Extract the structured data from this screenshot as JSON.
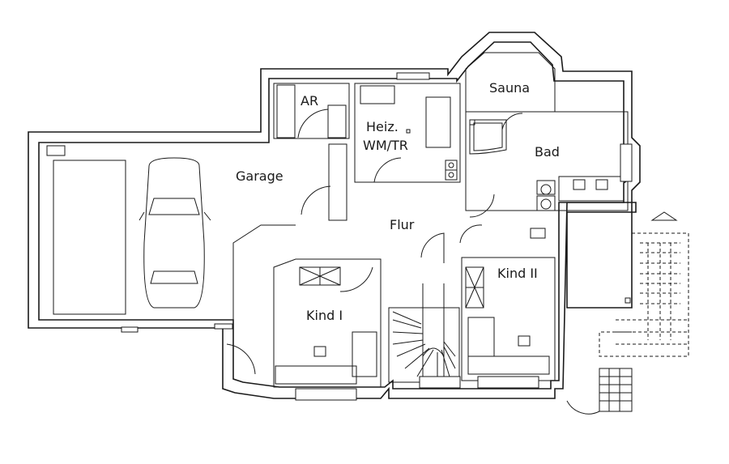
{
  "rooms": {
    "ar": "AR",
    "heiz": "Heiz.",
    "wmtr": "WM/TR",
    "sauna": "Sauna",
    "bad": "Bad",
    "garage": "Garage",
    "flur": "Flur",
    "kind1": "Kind I",
    "kind2": "Kind II"
  }
}
